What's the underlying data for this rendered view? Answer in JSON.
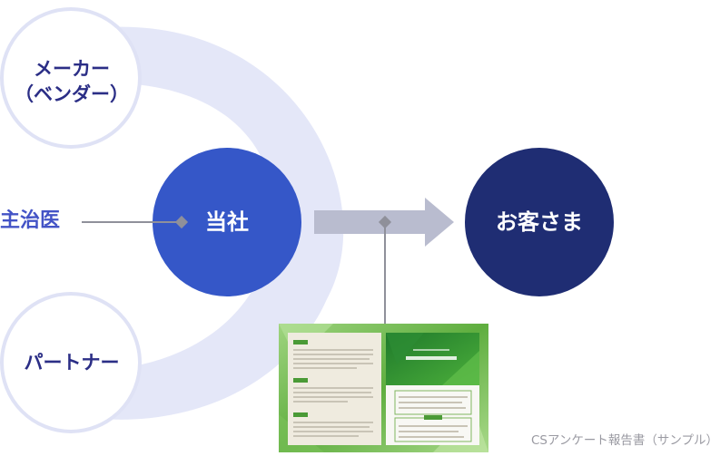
{
  "nodes": {
    "vendor": {
      "line1": "メーカー",
      "line2": "（ベンダー）"
    },
    "partner": "パートナー",
    "company": "当社",
    "customer": "お客さま",
    "doctor": "主治医"
  },
  "report": {
    "caption": "CSアンケート報告書（サンプル）"
  },
  "colors": {
    "outer_circle_fill": "#ffffff",
    "outer_circle_stroke": "#dfe2f5",
    "band": "#e4e7f8",
    "company_circle": "#3557c8",
    "customer_circle": "#1f2d73",
    "arrow_gray": "#b9bccf",
    "connector": "#8f909a",
    "label_dark": "#2b2e86",
    "label_blue": "#4353c6",
    "booklet_green": "#3f9a2f"
  }
}
